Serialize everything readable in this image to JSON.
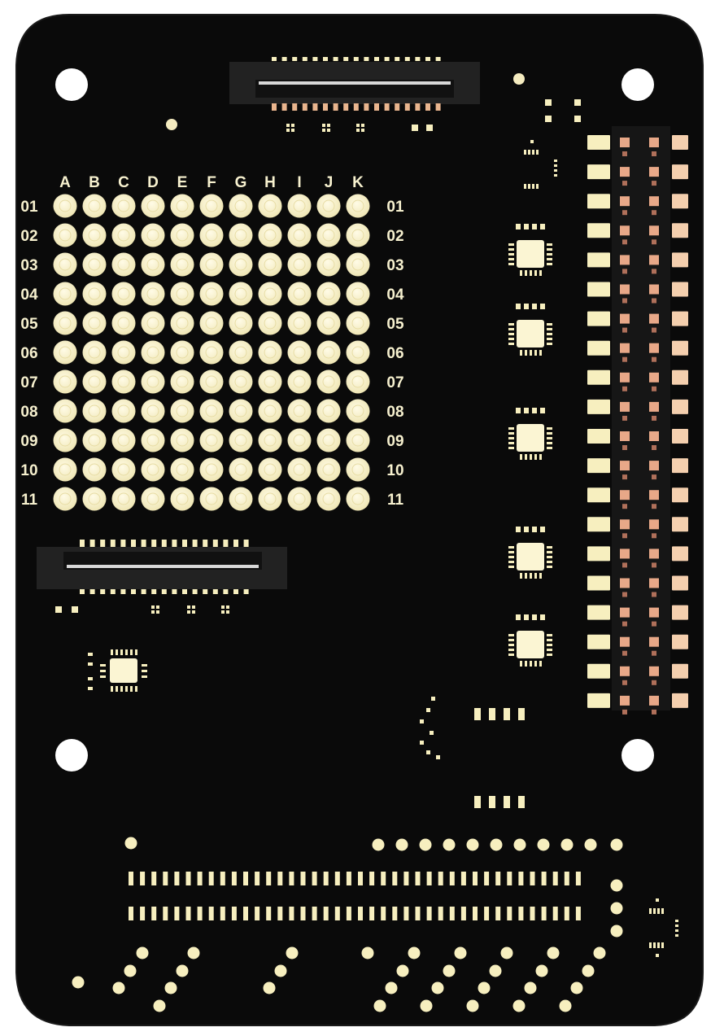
{
  "board": {
    "colors": {
      "substrate": "#0a0a0a",
      "substrate_edge": "#1a1a1a",
      "gold": "#f7efbf",
      "gold_light": "#fbf5d3",
      "copper": "#e8a888",
      "connector_shell": "#2a2a2a",
      "label": "#f7f1cf"
    },
    "grid": {
      "columns": [
        "A",
        "B",
        "C",
        "D",
        "E",
        "F",
        "G",
        "H",
        "I",
        "J",
        "K"
      ],
      "rows": [
        "01",
        "02",
        "03",
        "04",
        "05",
        "06",
        "07",
        "08",
        "09",
        "10",
        "11"
      ]
    },
    "icons": {
      "mounting_holes": "circle-hole-icon",
      "pads": "solder-pad-icon",
      "chips": "qfn-chip-icon",
      "header": "pin-header-icon"
    }
  }
}
